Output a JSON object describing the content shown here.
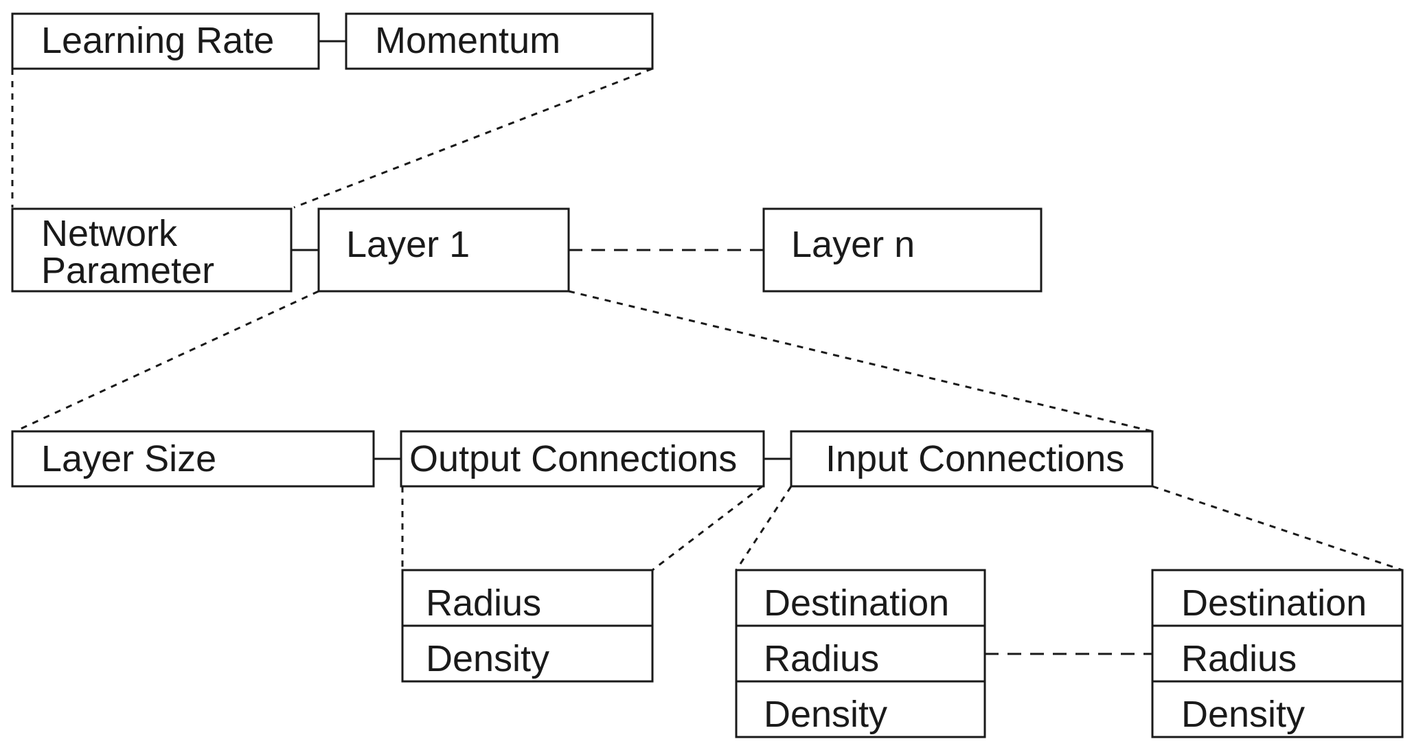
{
  "diagram": {
    "top_row": {
      "learning_rate": "Learning Rate",
      "momentum": "Momentum"
    },
    "middle_row": {
      "network_parameter_line1": "Network",
      "network_parameter_line2": "Parameter",
      "layer_1": "Layer 1",
      "layer_n": "Layer n"
    },
    "layer_row": {
      "layer_size": "Layer Size",
      "output_connections": "Output Connections",
      "input_connections": "Input Connections"
    },
    "output_fields": {
      "radius": "Radius",
      "density": "Density"
    },
    "input_fields_1": {
      "destination": "Destination",
      "radius": "Radius",
      "density": "Density"
    },
    "input_fields_n": {
      "destination": "Destination",
      "radius": "Radius",
      "density": "Density"
    }
  }
}
